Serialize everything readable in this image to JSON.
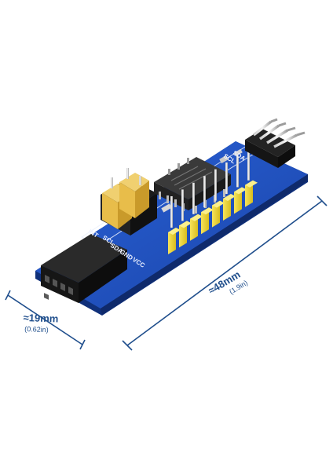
{
  "photo": {
    "subject": "",
    "colors": {
      "background": "#ffffff",
      "pcb": "#1f4fbf",
      "pcb_dark": "#143a8f",
      "chip": "#2b2b2b",
      "pin_header_yellow": "#f2dc3c",
      "jumper_yellow": "#ebc558",
      "female_header": "#1a1a1a",
      "dimension_line": "#1f4e8c"
    },
    "silkscreen": {
      "sda": "SDA",
      "scl": "SCL",
      "int": "INT",
      "gnd": "GND",
      "vcc": "VCC",
      "sda_right": "SDA",
      "scl_right": "SCL"
    }
  },
  "dimensions": {
    "length": {
      "value": "≈48mm",
      "imperial": "(1.9in)"
    },
    "width": {
      "value": "≈19mm",
      "imperial": "(0.62in)"
    }
  }
}
